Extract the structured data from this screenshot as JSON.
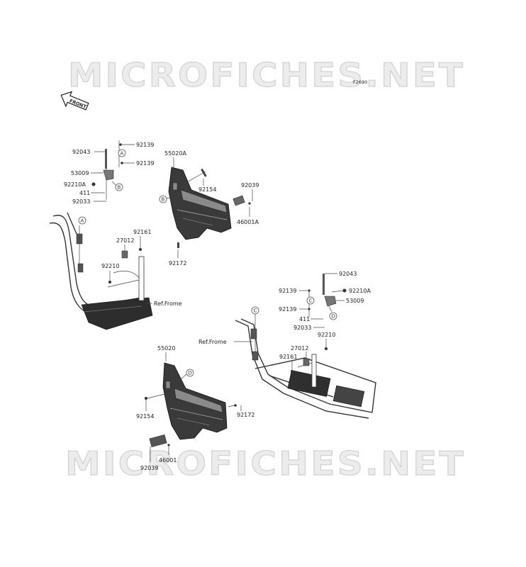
{
  "watermark": {
    "top": "MICROFICHES.NET",
    "bottom": "MICROFICHES.NET"
  },
  "diagram_code": "F2690",
  "front_label": "FRONT",
  "callouts": {
    "a": "A",
    "b": "B",
    "c": "C",
    "d": "D"
  },
  "left_assembly": {
    "parts": {
      "p92043": "92043",
      "p92139_1": "92139",
      "p92139_2": "92139",
      "p53009": "53009",
      "p92210a": "92210A",
      "p411": "411",
      "p92033": "92033",
      "p27012": "27012",
      "p92161": "92161",
      "p92210": "92210",
      "ref": "Ref.Frome"
    }
  },
  "left_door": {
    "parts": {
      "p55020a": "55020A",
      "p92154": "92154",
      "p92039": "92039",
      "p46001a": "46001A",
      "p92172": "92172"
    }
  },
  "right_assembly": {
    "parts": {
      "p92043": "92043",
      "p92139_1": "92139",
      "p92210a": "92210A",
      "p53009": "53009",
      "p92139_2": "92139",
      "p411": "411",
      "p92033": "92033",
      "p92210": "92210",
      "p27012": "27012",
      "p92161": "92161",
      "ref": "Ref.Frome"
    }
  },
  "right_door": {
    "parts": {
      "p55020": "55020",
      "p92154": "92154",
      "p92172": "92172",
      "p46001": "46001",
      "p92039": "92039"
    }
  }
}
